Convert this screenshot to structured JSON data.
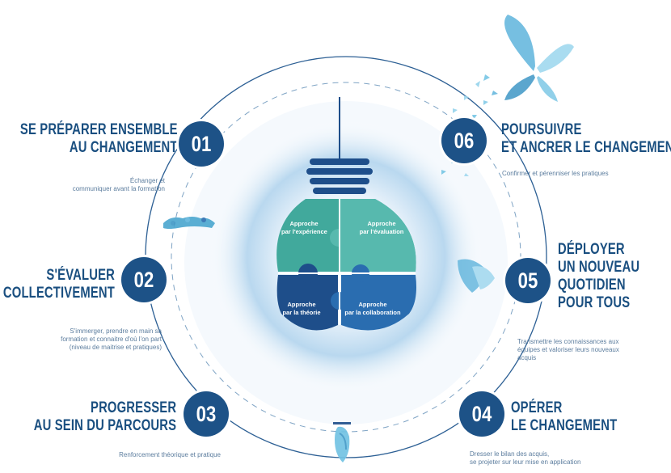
{
  "steps": [
    {
      "number": "01",
      "title": [
        "SE PRÉPARER ENSEMBLE",
        "AU CHANGEMENT"
      ],
      "description": [
        "Échanger et",
        "communiquer avant la formation"
      ]
    },
    {
      "number": "02",
      "title": [
        "S'ÉVALUER",
        "COLLECTIVEMENT"
      ],
      "description": [
        "S'immerger, prendre en main sa",
        "formation et connaitre d'où l'on part",
        "(niveau de maitrise et pratiques)"
      ]
    },
    {
      "number": "03",
      "title": [
        "PROGRESSER",
        "AU SEIN DU PARCOURS"
      ],
      "description": [
        "Renforcement théorique et pratique"
      ]
    },
    {
      "number": "04",
      "title": [
        "OPÉRER",
        "LE CHANGEMENT"
      ],
      "description": [
        "Dresser le bilan des acquis,",
        "se projeter sur leur mise en application"
      ]
    },
    {
      "number": "05",
      "title": [
        "DÉPLOYER",
        "UN NOUVEAU",
        "QUOTIDIEN",
        "POUR TOUS"
      ],
      "description": [
        "Transmettre les connaissances aux",
        "équipes et valoriser leurs nouveaux",
        "acquis"
      ]
    },
    {
      "number": "06",
      "title": [
        "POURSUIVRE",
        "ET ANCRER LE CHANGEMENT"
      ],
      "description": [
        "Confirmer et pérenniser les pratiques"
      ]
    }
  ],
  "bulb": {
    "pieces": [
      {
        "label": [
          "Approche",
          "par l'expérience"
        ]
      },
      {
        "label": [
          "Approche",
          "par l'évaluation"
        ]
      },
      {
        "label": [
          "Approche",
          "par la théorie"
        ]
      },
      {
        "label": [
          "Approche",
          "par la collaboration"
        ]
      }
    ]
  },
  "colors": {
    "navy": "#1d5287",
    "title": "#1a4f80",
    "teal": "#3aa89a",
    "teal_light": "#5ec0b6",
    "blue": "#2a6db0",
    "dark_blue": "#1e4e8a",
    "desc": "#5c7d9e"
  },
  "icons": [
    "butterfly-icon",
    "caterpillar-icon",
    "chrysalis-icon"
  ]
}
